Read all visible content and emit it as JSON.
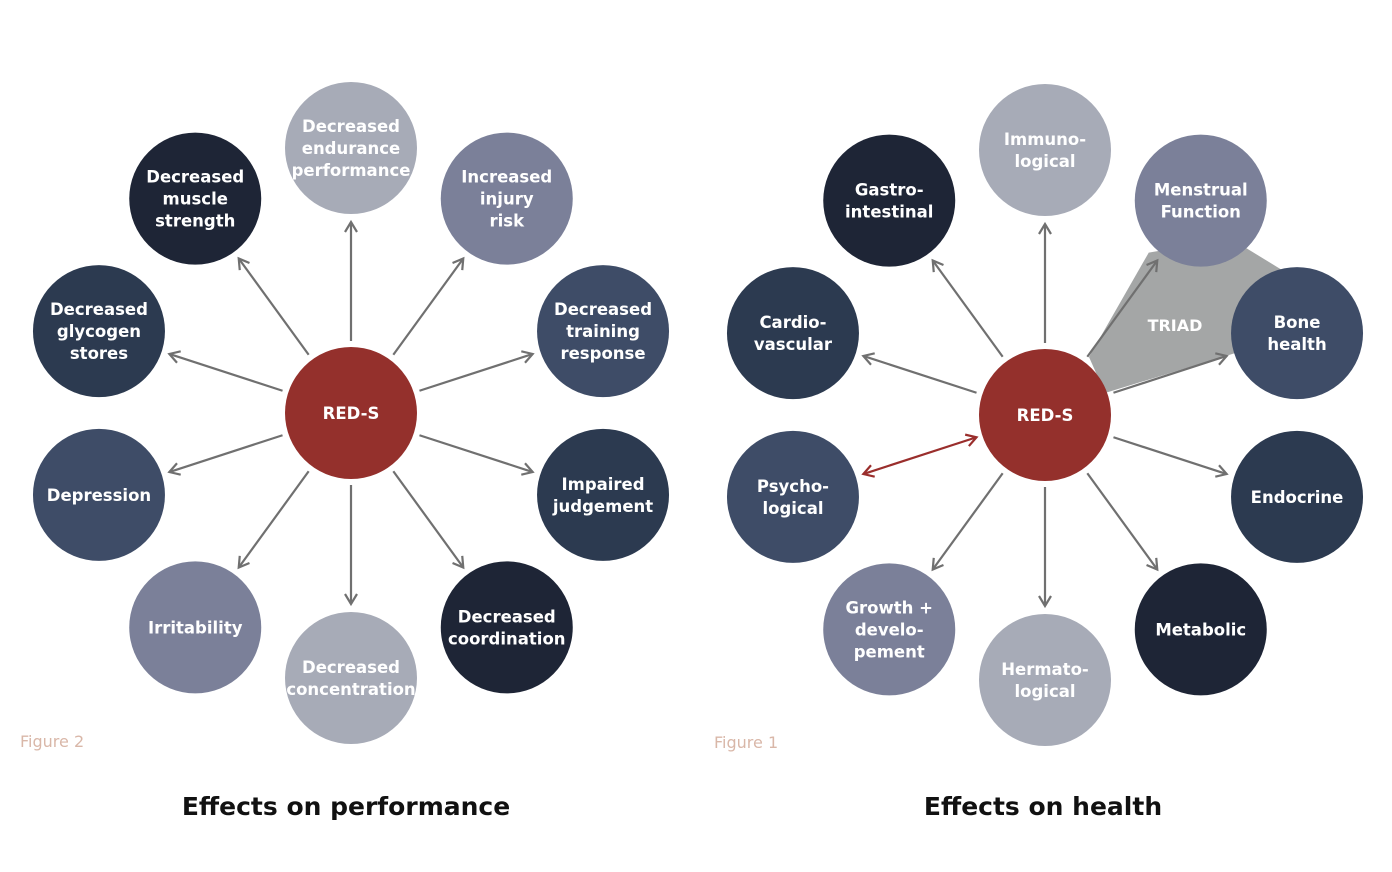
{
  "colors": {
    "center": "#94302c",
    "darkest": "#1e2536",
    "dark": "#2c3a50",
    "medium": "#3e4c67",
    "mediumLight": "#7b8099",
    "light": "#a7abb7",
    "arrow": "#707070",
    "redArrow": "#9a2e2c",
    "triad": "#a4a6a6",
    "figureLabel": "#d9b7a8"
  },
  "panels": [
    {
      "id": "performance",
      "title": "Effects on performance",
      "figure_label": "Figure 2",
      "center_label": "RED-S",
      "nodes": [
        {
          "lines": [
            "Decreased",
            "endurance",
            "performance"
          ],
          "color": "light"
        },
        {
          "lines": [
            "Increased",
            "injury",
            "risk"
          ],
          "color": "mediumLight"
        },
        {
          "lines": [
            "Decreased",
            "training",
            "response"
          ],
          "color": "medium"
        },
        {
          "lines": [
            "Impaired",
            "judgement"
          ],
          "color": "dark"
        },
        {
          "lines": [
            "Decreased",
            "coordination"
          ],
          "color": "darkest"
        },
        {
          "lines": [
            "Decreased",
            "concentration"
          ],
          "color": "light"
        },
        {
          "lines": [
            "Irritability"
          ],
          "color": "mediumLight"
        },
        {
          "lines": [
            "Depression"
          ],
          "color": "medium"
        },
        {
          "lines": [
            "Decreased",
            "glycogen",
            "stores"
          ],
          "color": "dark"
        },
        {
          "lines": [
            "Decreased",
            "muscle",
            "strength"
          ],
          "color": "darkest"
        }
      ]
    },
    {
      "id": "health",
      "title": "Effects on health",
      "figure_label": "Figure 1",
      "center_label": "RED-S",
      "triad_label": "TRIAD",
      "nodes": [
        {
          "lines": [
            "Immuno-",
            "logical"
          ],
          "color": "light"
        },
        {
          "lines": [
            "Menstrual",
            "Function"
          ],
          "color": "mediumLight"
        },
        {
          "lines": [
            "Bone",
            "health"
          ],
          "color": "medium"
        },
        {
          "lines": [
            "Endocrine"
          ],
          "color": "dark"
        },
        {
          "lines": [
            "Metabolic"
          ],
          "color": "darkest"
        },
        {
          "lines": [
            "Hermato-",
            "logical"
          ],
          "color": "light"
        },
        {
          "lines": [
            "Growth +",
            "develo-",
            "pement"
          ],
          "color": "mediumLight"
        },
        {
          "lines": [
            "Psycho-",
            "logical"
          ],
          "color": "medium",
          "bidirectional": true
        },
        {
          "lines": [
            "Cardio-",
            "vascular"
          ],
          "color": "dark"
        },
        {
          "lines": [
            "Gastro-",
            "intestinal"
          ],
          "color": "darkest"
        }
      ]
    }
  ]
}
